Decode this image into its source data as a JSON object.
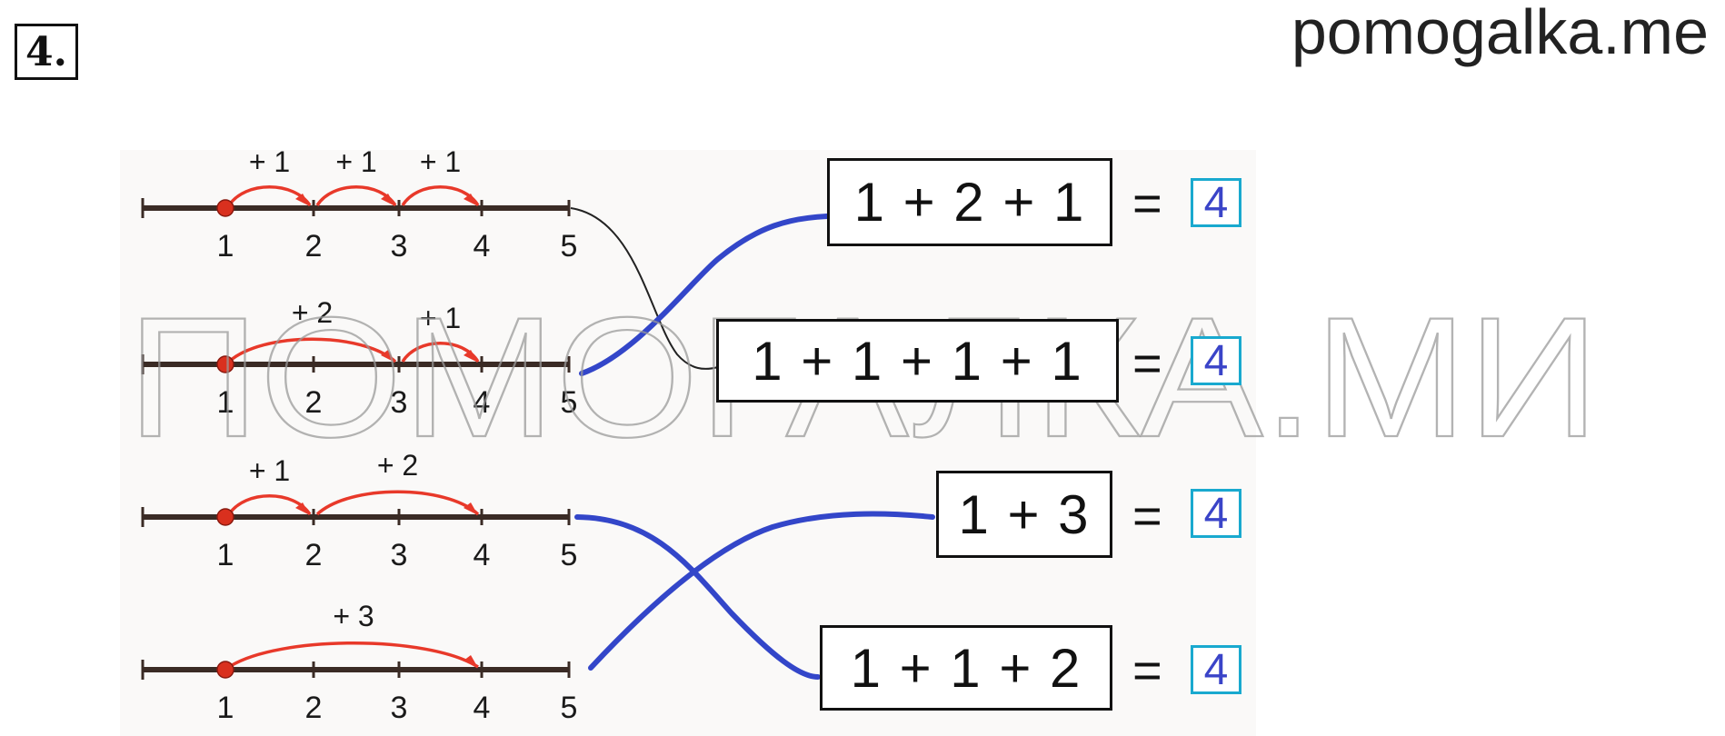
{
  "task_number": "4.",
  "site_name": "pomogalka.me",
  "watermark": "ПОМОГАЛКА.МИ",
  "colors": {
    "number_line": "#3a2b25",
    "jump_arrow": "#e8392a",
    "start_dot": "#d9301e",
    "match_line": "#3346c9",
    "answer_border": "#19a9cf",
    "answer_text": "#3a44c8"
  },
  "number_lines": [
    {
      "ticks": [
        "1",
        "2",
        "3",
        "4",
        "5"
      ],
      "jumps": [
        {
          "from": 1,
          "to": 2,
          "label": "+ 1"
        },
        {
          "from": 2,
          "to": 3,
          "label": "+ 1"
        },
        {
          "from": 3,
          "to": 4,
          "label": "+ 1"
        }
      ]
    },
    {
      "ticks": [
        "1",
        "2",
        "3",
        "4",
        "5"
      ],
      "jumps": [
        {
          "from": 1,
          "to": 3,
          "label": "+ 2"
        },
        {
          "from": 3,
          "to": 4,
          "label": "+ 1"
        }
      ]
    },
    {
      "ticks": [
        "1",
        "2",
        "3",
        "4",
        "5"
      ],
      "jumps": [
        {
          "from": 1,
          "to": 2,
          "label": "+ 1"
        },
        {
          "from": 2,
          "to": 4,
          "label": "+ 2"
        }
      ]
    },
    {
      "ticks": [
        "1",
        "2",
        "3",
        "4",
        "5"
      ],
      "jumps": [
        {
          "from": 1,
          "to": 4,
          "label": "+ 3"
        }
      ]
    }
  ],
  "expressions": [
    {
      "text": "1 + 2 + 1",
      "equals": "=",
      "answer": "4"
    },
    {
      "text": "1 + 1 + 1 + 1",
      "equals": "=",
      "answer": "4"
    },
    {
      "text": "1 + 3",
      "equals": "=",
      "answer": "4"
    },
    {
      "text": "1 + 1 + 2",
      "equals": "=",
      "answer": "4"
    }
  ],
  "matches": [
    {
      "line": 1,
      "expression": 2
    },
    {
      "line": 2,
      "expression": 1
    },
    {
      "line": 3,
      "expression": 4
    },
    {
      "line": 4,
      "expression": 3
    }
  ]
}
